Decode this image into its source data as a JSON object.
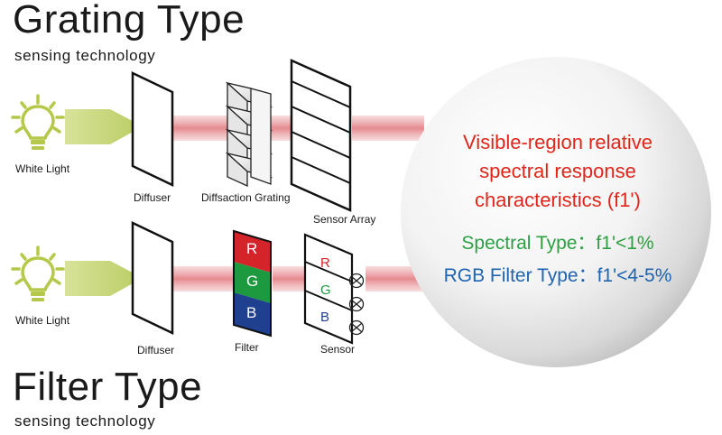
{
  "grating": {
    "title": "Grating Type",
    "subtitle": "sensing technology",
    "light_label": "White Light",
    "diffuser_label": "Diffuser",
    "grating_label": "Diffsaction Grating",
    "array_label": "Sensor Array"
  },
  "filter": {
    "title": "Filter Type",
    "subtitle": "sensing technology",
    "light_label": "White Light",
    "diffuser_label": "Diffuser",
    "filter_label": "Filter",
    "sensor_label": "Sensor",
    "letters": [
      "R",
      "G",
      "B"
    ]
  },
  "circle": {
    "line1": "Visible-region relative",
    "line2": "spectral response",
    "line3": "characteristics (f1')",
    "spectral": "Spectral Type：f1'<1%",
    "rgb": "RGB Filter Type：f1'<4-5%"
  },
  "colors": {
    "red_text": "#e0261b",
    "green_text": "#2ea043",
    "blue_text": "#1f64b0",
    "bulb": "#b5c84a",
    "beam": "#e9a3a6"
  }
}
